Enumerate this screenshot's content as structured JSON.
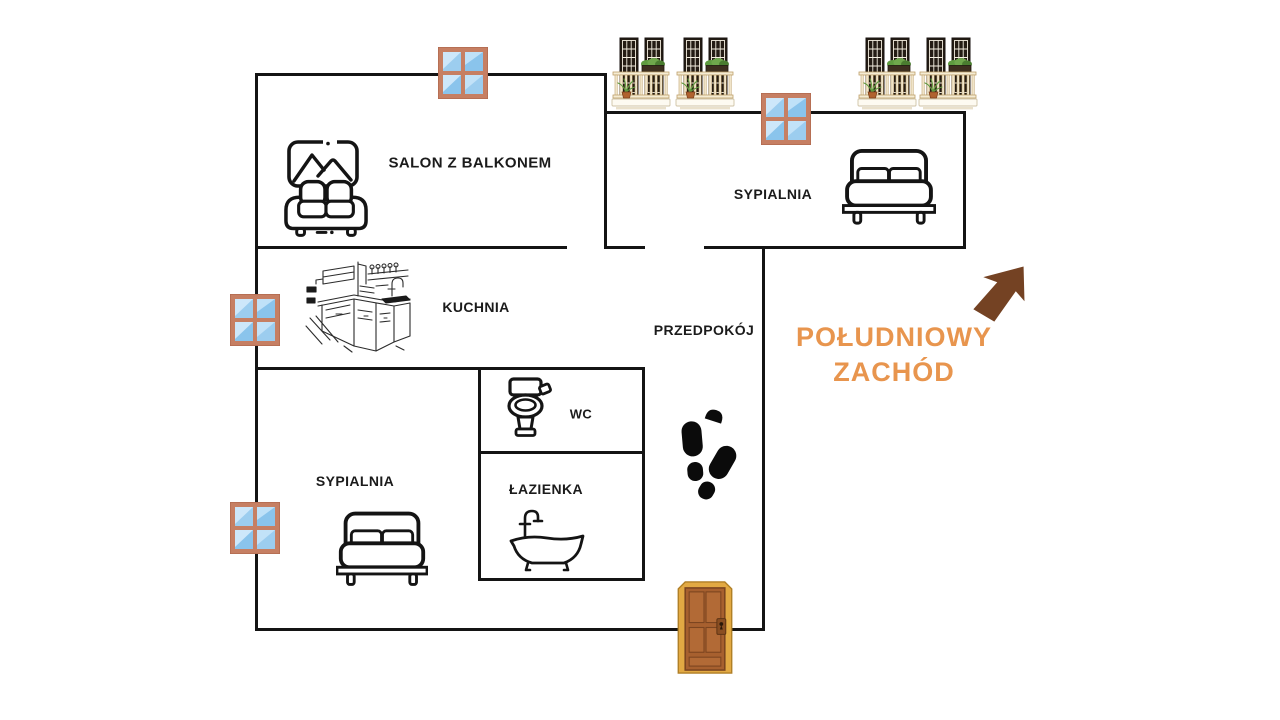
{
  "title": "apartment-floor-plan",
  "rooms": {
    "salon": {
      "label": "SALON Z BALKONEM"
    },
    "bedroom_top": {
      "label": "SYPIALNIA"
    },
    "kitchen": {
      "label": "KUCHNIA"
    },
    "hallway": {
      "label": "PRZEDPOKÓJ"
    },
    "wc": {
      "label": "WC"
    },
    "bathroom": {
      "label": "ŁAZIENKA"
    },
    "bedroom_bottom": {
      "label": "SYPIALNIA"
    }
  },
  "compass": {
    "line1": "POŁUDNIOWY",
    "line2": "ZACHÓD",
    "arrow_icon": "northeast-arrow"
  },
  "icons": {
    "salon": [
      "picture-frame-icon",
      "sofa-icon"
    ],
    "bedroom_top": [
      "double-bed-icon"
    ],
    "kitchen": [
      "kitchen-sketch-icon"
    ],
    "wc": [
      "toilet-icon"
    ],
    "bathroom": [
      "bathtub-icon"
    ],
    "hallway": [
      "footprints-icon",
      "entrance-door-icon"
    ],
    "exterior": [
      "window-icon",
      "balcony-icon"
    ]
  },
  "counts": {
    "windows": 4,
    "balconies": 4,
    "beds": 2
  },
  "colors": {
    "wall": "#141414",
    "compass_text": "#E8954E",
    "compass_arrow": "#744223",
    "window_frame": "#C67F63",
    "window_pane": "#9CCDEF",
    "window_pane_light": "#CDE7FA",
    "door_frame": "#E2A943",
    "door_slab": "#A7602F",
    "balcony_door": "#241C14",
    "balcony_rail": "#F5ECD4",
    "plant_green": "#5F9C40",
    "icon_stroke": "#141414"
  }
}
